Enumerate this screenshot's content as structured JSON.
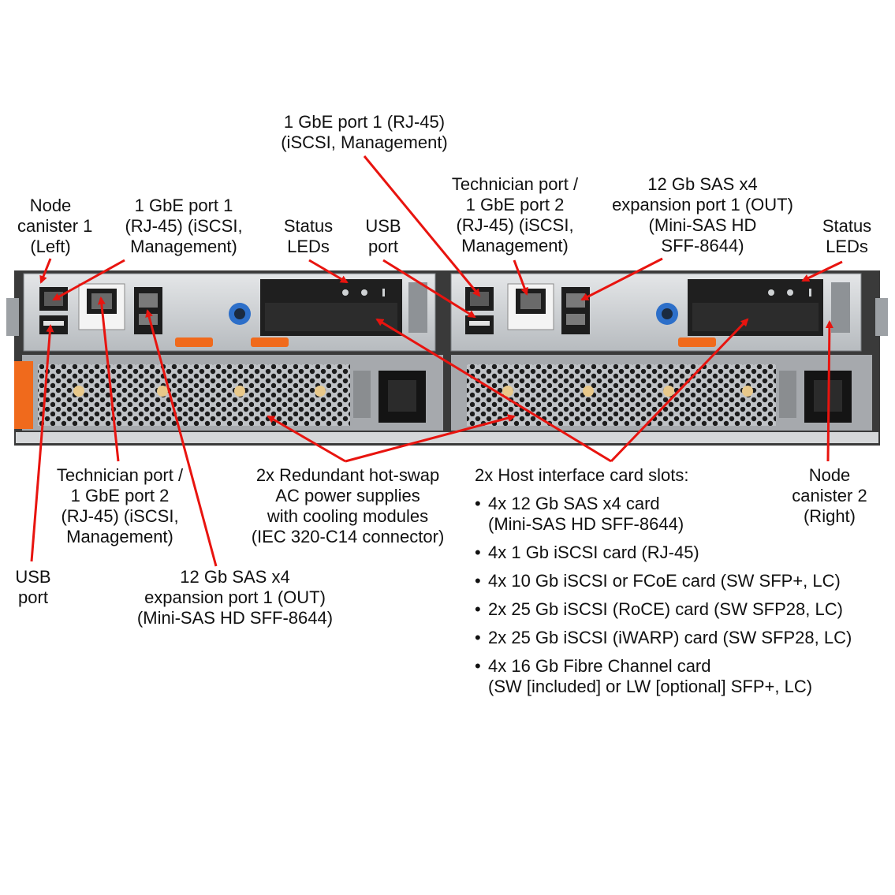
{
  "labels": {
    "node_canister_1": [
      "Node",
      "canister 1",
      "(Left)"
    ],
    "gbe_port1_left": [
      "1 GbE port 1",
      "(RJ-45) (iSCSI,",
      "Management)"
    ],
    "status_leds_left": [
      "Status",
      "LEDs"
    ],
    "usb_port_top": [
      "USB",
      "port"
    ],
    "gbe_port1_top": [
      "1 GbE port 1 (RJ-45)",
      "(iSCSI, Management)"
    ],
    "tech_port_right": [
      "Technician port /",
      "1 GbE port 2",
      "(RJ-45) (iSCSI,",
      "Management)"
    ],
    "sas_port_right": [
      "12 Gb SAS x4",
      "expansion port 1 (OUT)",
      "(Mini-SAS HD",
      "SFF-8644)"
    ],
    "status_leds_right": [
      "Status",
      "LEDs"
    ],
    "tech_port_left": [
      "Technician port /",
      "1 GbE port 2",
      "(RJ-45) (iSCSI,",
      "Management)"
    ],
    "power_supplies": [
      "2x Redundant hot-swap",
      "AC power supplies",
      "with cooling modules",
      "(IEC 320-C14 connector)"
    ],
    "node_canister_2": [
      "Node",
      "canister 2",
      "(Right)"
    ],
    "usb_port_bottom": [
      "USB",
      "port"
    ],
    "sas_port_left": [
      "12 Gb SAS x4",
      "expansion port 1 (OUT)",
      "(Mini-SAS HD SFF-8644)"
    ]
  },
  "host_interface": {
    "title": "2x Host interface card slots:",
    "items": [
      [
        "4x 12 Gb SAS x4 card",
        "(Mini-SAS HD SFF-8644)"
      ],
      [
        "4x 1 Gb iSCSI card (RJ-45)"
      ],
      [
        "4x 10 Gb iSCSI or FCoE card (SW SFP+, LC)"
      ],
      [
        "2x 25 Gb iSCSI (RoCE) card (SW SFP28, LC)"
      ],
      [
        "2x 25 Gb iSCSI (iWARP) card (SW SFP28, LC)"
      ],
      [
        "4x 16 Gb Fibre Channel card",
        "(SW [included] or LW [optional] SFP+, LC)"
      ]
    ]
  },
  "colors": {
    "arrow": "#e8140f",
    "accent_orange": "#f06a1c",
    "chassis_dark": "#2a2a2a",
    "canister_silver": "#c9ccd0"
  }
}
